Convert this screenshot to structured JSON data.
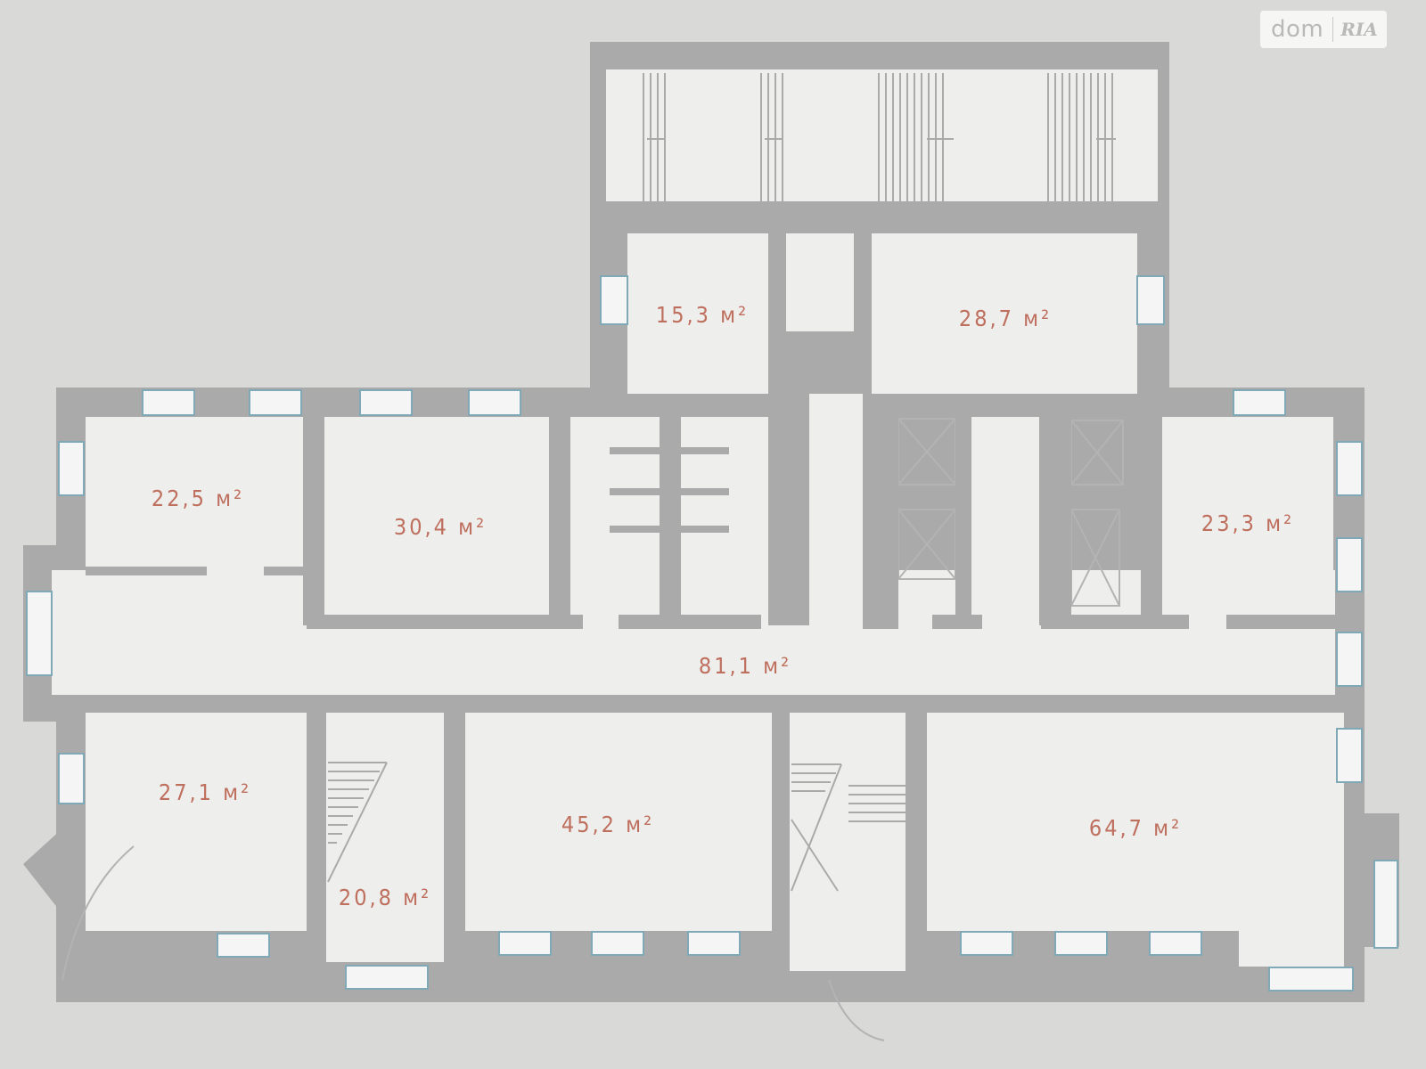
{
  "colors": {
    "background": "#d9dad7",
    "room_fill": "#eeeeed",
    "wall": "#a9aaa9",
    "window": "#7fa9b7",
    "label": "#bf6f5d"
  },
  "watermark": {
    "brand": "dom",
    "mark": "RIA"
  },
  "rooms": [
    {
      "id": "r1",
      "label": "15,3 м²"
    },
    {
      "id": "r2",
      "label": "28,7 м²"
    },
    {
      "id": "r3",
      "label": "22,5 м²"
    },
    {
      "id": "r4",
      "label": "30,4 м²"
    },
    {
      "id": "r5",
      "label": "23,3 м²"
    },
    {
      "id": "r6",
      "label": "81,1 м²"
    },
    {
      "id": "r7",
      "label": "27,1 м²"
    },
    {
      "id": "r8",
      "label": "45,2 м²"
    },
    {
      "id": "r9",
      "label": "64,7 м²"
    },
    {
      "id": "r10",
      "label": "20,8 м²"
    }
  ]
}
